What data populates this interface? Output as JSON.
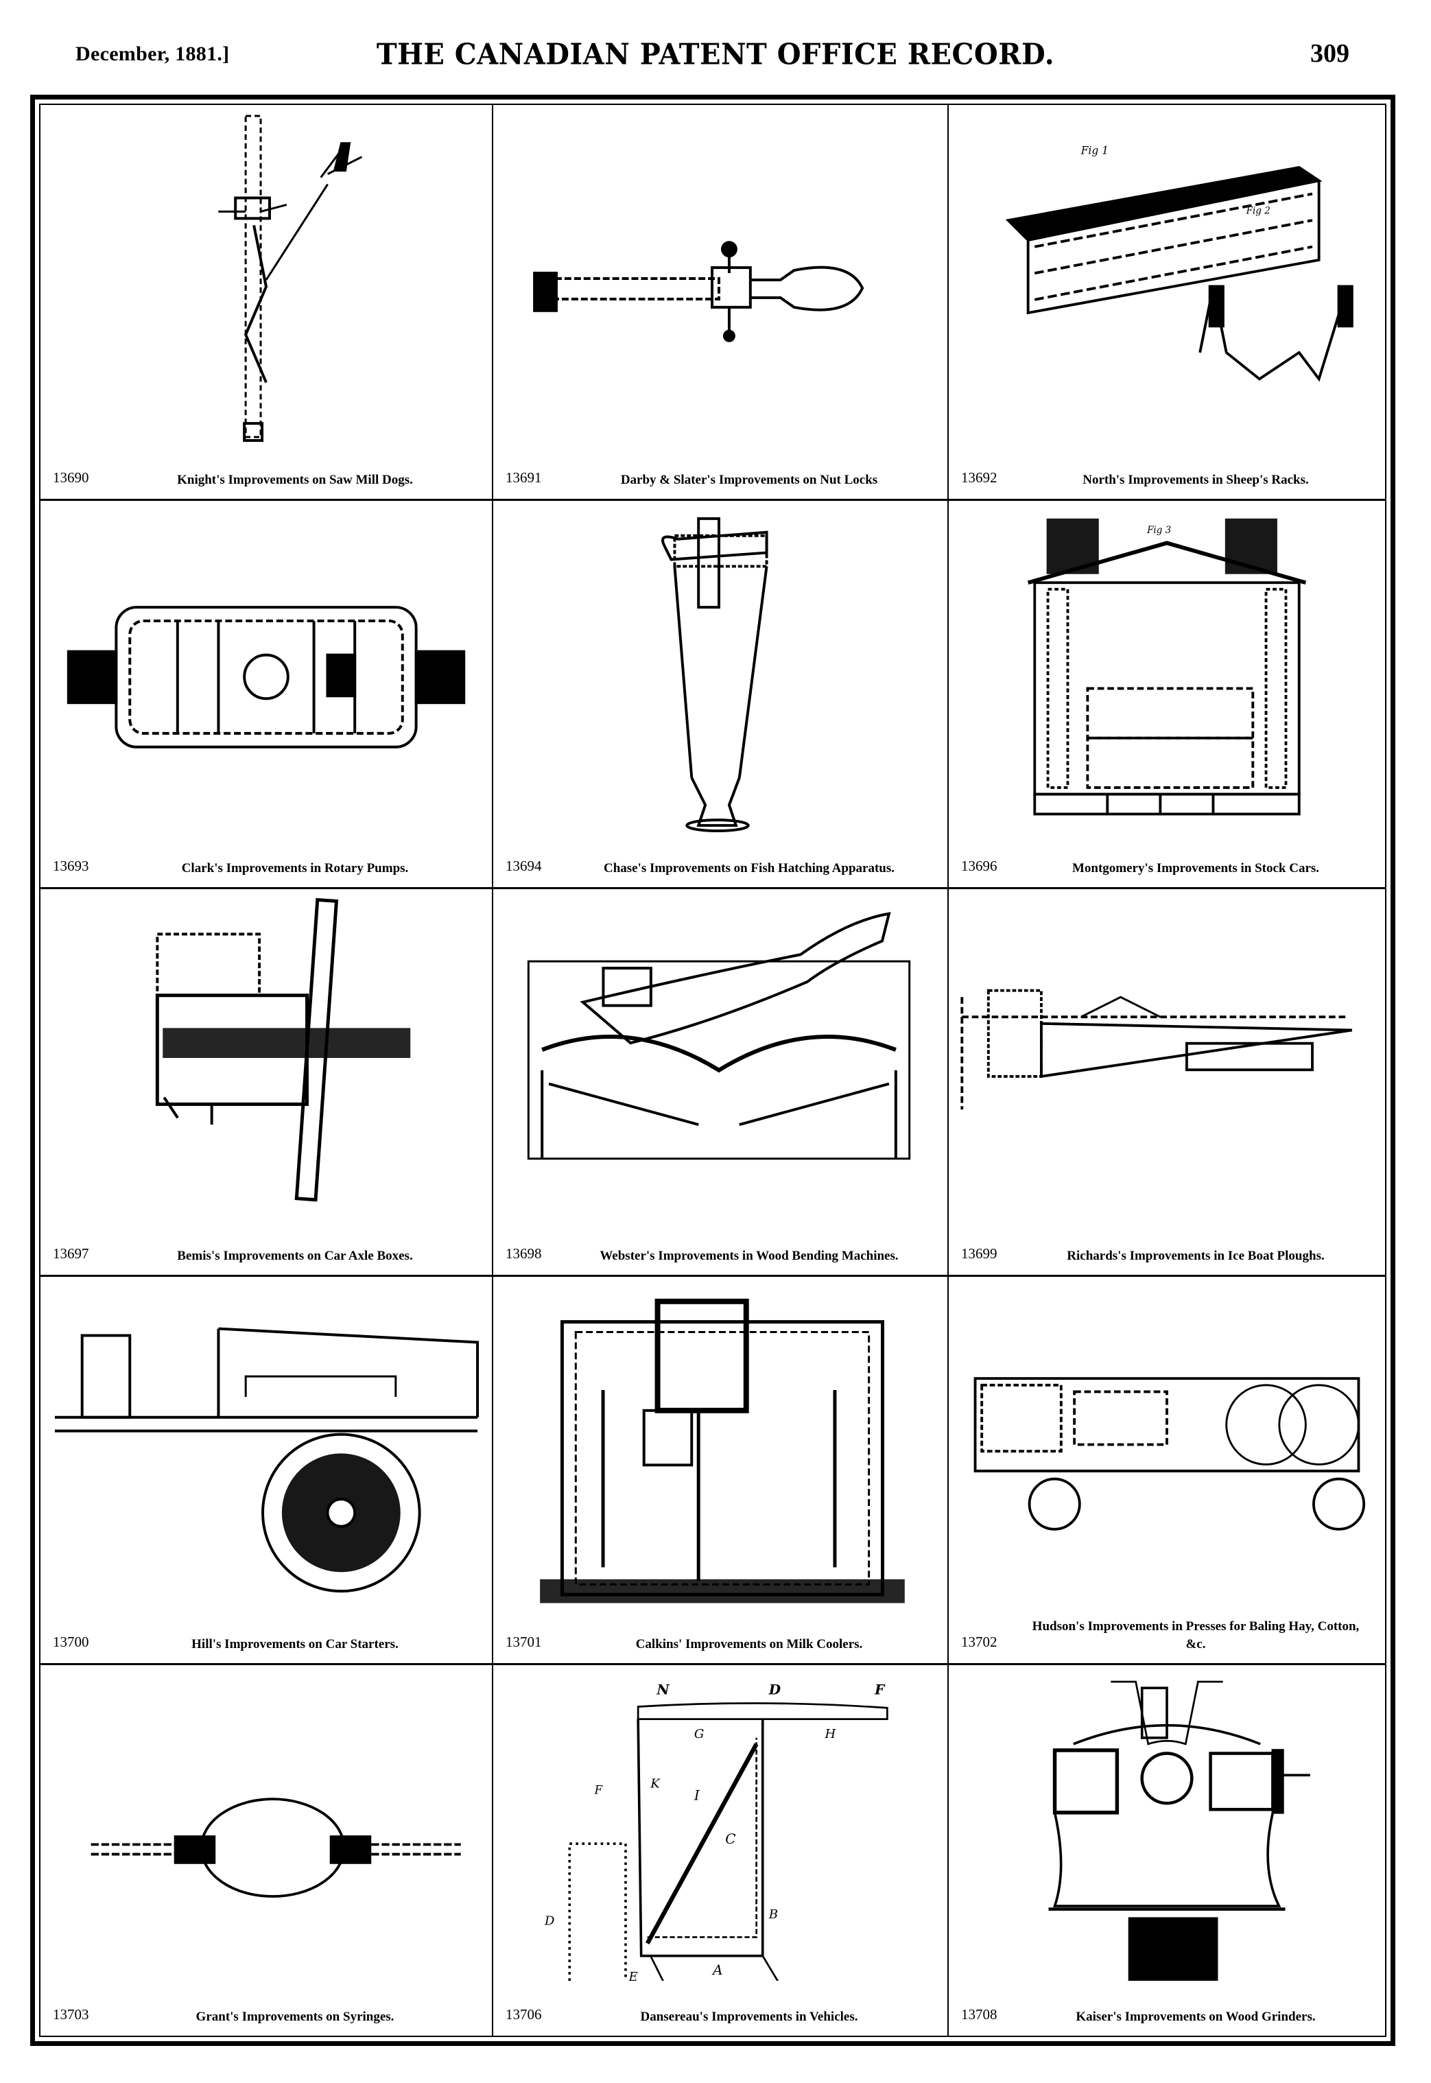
{
  "header": {
    "date": "December, 1881.]",
    "title": "THE CANADIAN PATENT OFFICE RECORD.",
    "page_number": "309"
  },
  "patents": [
    {
      "number": "13690",
      "title": "Knight's Improvements on Saw Mill Dogs.",
      "figure": "saw-mill-dog-drawing"
    },
    {
      "number": "13691",
      "title": "Darby & Slater's Improvements on Nut Locks",
      "figure": "nut-lock-drawing"
    },
    {
      "number": "13692",
      "title": "North's Improvements in Sheep's Racks.",
      "figure": "sheep-rack-drawing",
      "figure_labels": [
        "Fig 1",
        "Fig 2"
      ]
    },
    {
      "number": "13693",
      "title": "Clark's Improvements in Rotary Pumps.",
      "figure": "rotary-pump-drawing"
    },
    {
      "number": "13694",
      "title": "Chase's Improvements on Fish Hatching Apparatus.",
      "figure": "fish-hatching-apparatus-drawing"
    },
    {
      "number": "13696",
      "title": "Montgomery's Improvements in Stock Cars.",
      "figure": "stock-car-drawing",
      "figure_labels": [
        "Fig 3"
      ]
    },
    {
      "number": "13697",
      "title": "Bemis's Improvements on Car Axle Boxes.",
      "figure": "car-axle-box-drawing"
    },
    {
      "number": "13698",
      "title": "Webster's Improvements in Wood Bending Machines.",
      "figure": "wood-bending-machine-drawing"
    },
    {
      "number": "13699",
      "title": "Richards's Improvements in Ice Boat Ploughs.",
      "figure": "ice-boat-plough-drawing"
    },
    {
      "number": "13700",
      "title": "Hill's Improvements on Car Starters.",
      "figure": "car-starter-drawing"
    },
    {
      "number": "13701",
      "title": "Calkins' Improvements on Milk Coolers.",
      "figure": "milk-cooler-drawing"
    },
    {
      "number": "13702",
      "title": "Hudson's Improvements in Presses for Baling Hay, Cotton, &c.",
      "figure": "baling-press-drawing"
    },
    {
      "number": "13703",
      "title": "Grant's Improvements on Syringes.",
      "figure": "syringe-drawing"
    },
    {
      "number": "13706",
      "title": "Dansereau's Improvements in Vehicles.",
      "figure": "vehicle-drawing",
      "figure_labels": [
        "N",
        "D",
        "F",
        "G",
        "H",
        "K",
        "I",
        "C",
        "B",
        "A",
        "D",
        "E",
        "F"
      ]
    },
    {
      "number": "13708",
      "title": "Kaiser's Improvements on Wood Grinders.",
      "figure": "wood-grinder-drawing"
    }
  ]
}
